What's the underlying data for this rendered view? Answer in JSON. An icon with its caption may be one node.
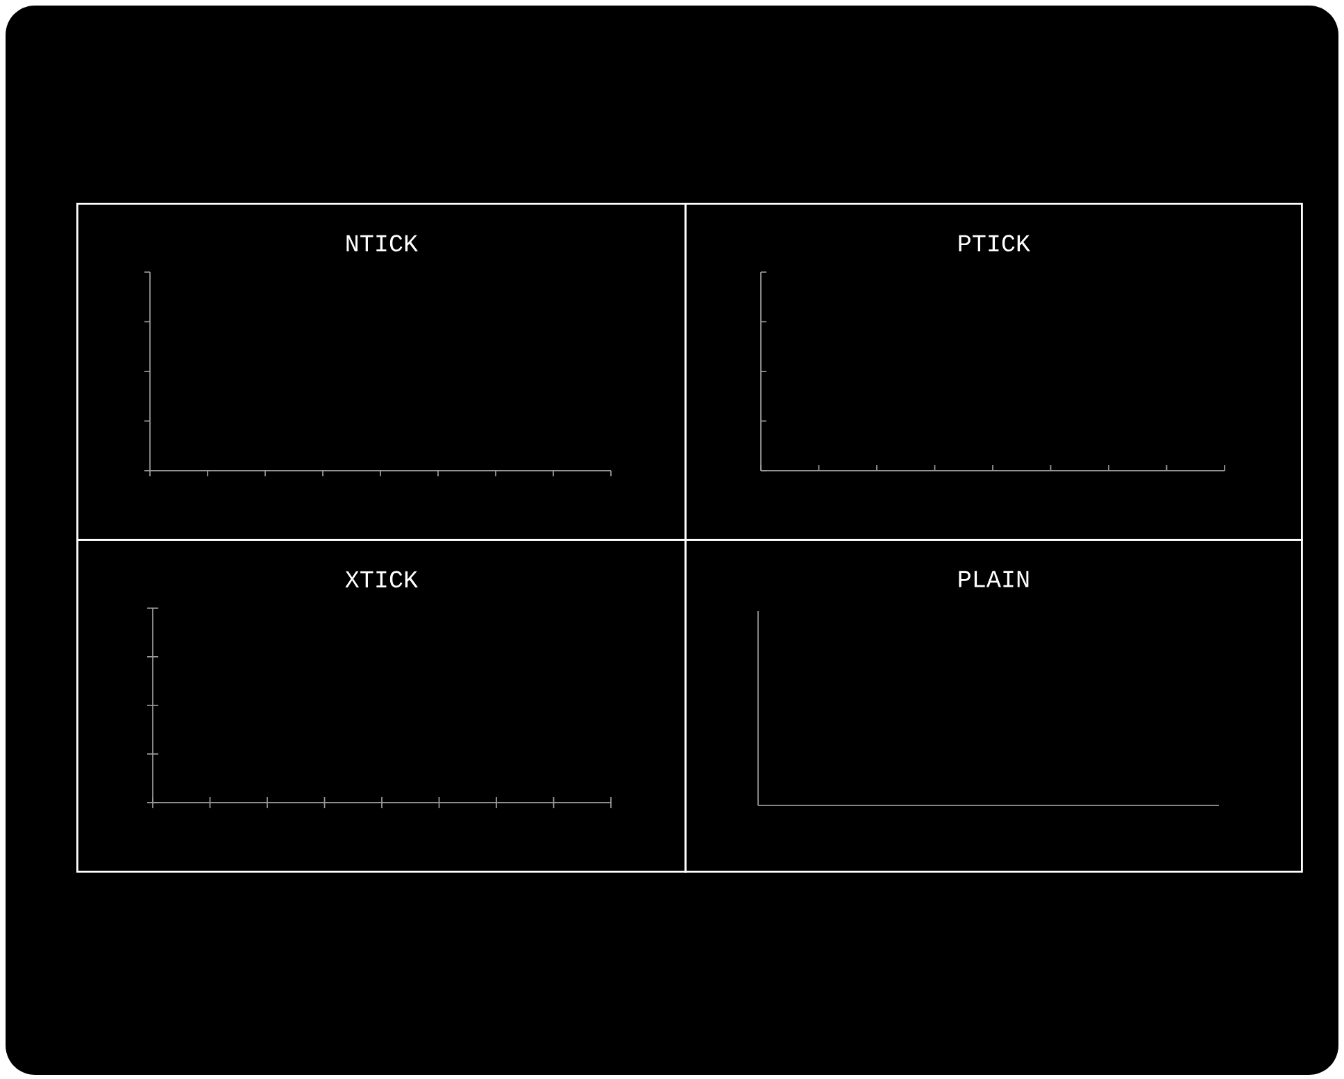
{
  "diagram": {
    "nodes": [
      {
        "text": [
          "NTICK"
        ]
      },
      {
        "text": [
          "PTICK"
        ]
      },
      {
        "text": [
          "XTICK"
        ]
      },
      {
        "text": [
          "PLAIN"
        ]
      }
    ]
  }
}
